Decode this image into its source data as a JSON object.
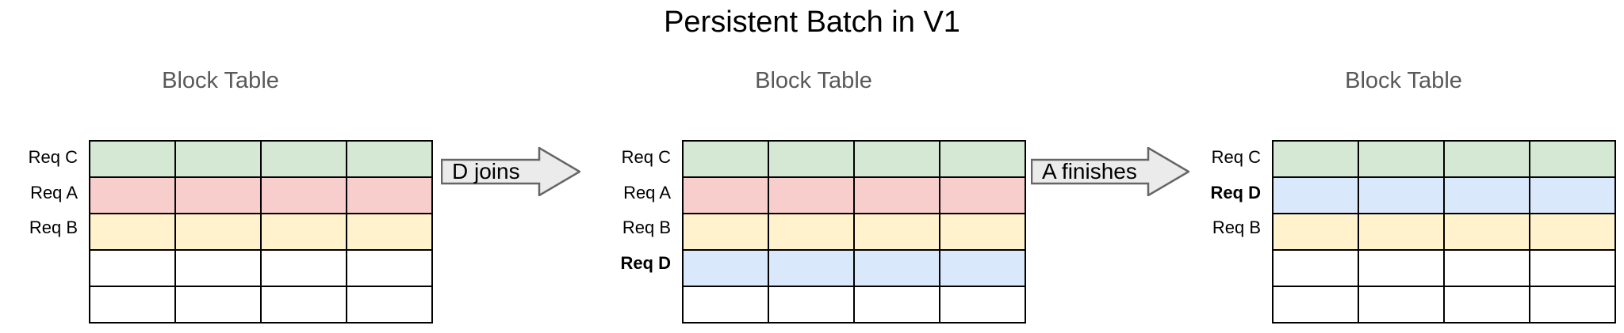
{
  "title": "Persistent Batch in V1",
  "colors": {
    "green": "#d5e8d4",
    "pink": "#f8cecc",
    "yellow": "#fff2cc",
    "blue": "#dae8fc",
    "empty": "#ffffff",
    "grid_line": "#000000",
    "table_title": "#595959",
    "arrow_fill": "#ebebeb",
    "arrow_stroke": "#666666"
  },
  "stages": [
    {
      "table_title": "Block Table",
      "columns": 4,
      "rows": [
        {
          "label": "Req C",
          "bold": false,
          "fill": "green"
        },
        {
          "label": "Req A",
          "bold": false,
          "fill": "pink"
        },
        {
          "label": "Req B",
          "bold": false,
          "fill": "yellow"
        },
        {
          "label": "",
          "bold": false,
          "fill": "empty"
        },
        {
          "label": "",
          "bold": false,
          "fill": "empty"
        }
      ]
    },
    {
      "table_title": "Block Table",
      "columns": 4,
      "rows": [
        {
          "label": "Req C",
          "bold": false,
          "fill": "green"
        },
        {
          "label": "Req A",
          "bold": false,
          "fill": "pink"
        },
        {
          "label": "Req B",
          "bold": false,
          "fill": "yellow"
        },
        {
          "label": "Req D",
          "bold": true,
          "fill": "blue"
        },
        {
          "label": "",
          "bold": false,
          "fill": "empty"
        }
      ]
    },
    {
      "table_title": "Block Table",
      "columns": 4,
      "rows": [
        {
          "label": "Req C",
          "bold": false,
          "fill": "green"
        },
        {
          "label": "Req D",
          "bold": true,
          "fill": "blue"
        },
        {
          "label": "Req B",
          "bold": false,
          "fill": "yellow"
        },
        {
          "label": "",
          "bold": false,
          "fill": "empty"
        },
        {
          "label": "",
          "bold": false,
          "fill": "empty"
        }
      ]
    }
  ],
  "arrows": [
    {
      "label": "D joins"
    },
    {
      "label": "A finishes"
    }
  ]
}
